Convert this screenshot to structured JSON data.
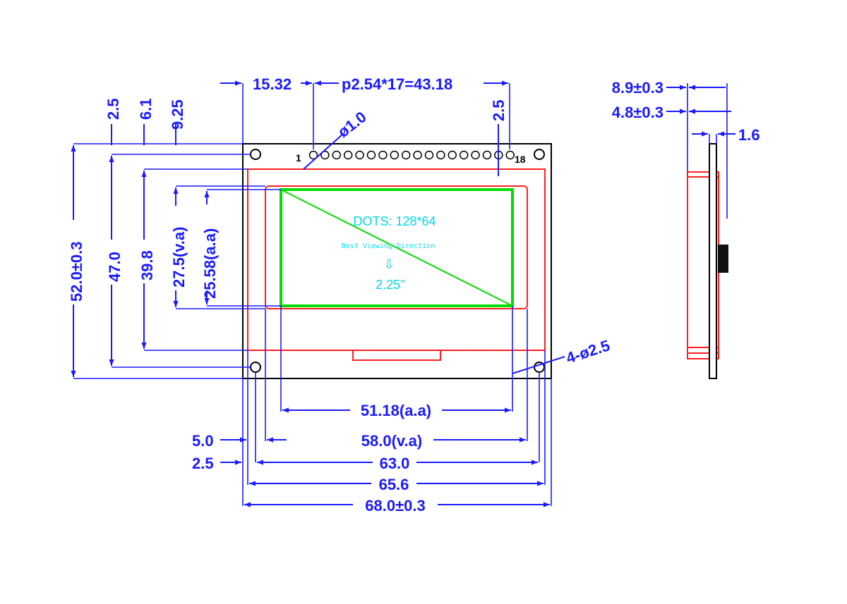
{
  "colors": {
    "dimension": "#1a1aff",
    "outline": "#000000",
    "bezel": "#ff2020",
    "active_area": "#00dd00",
    "note": "#00d8e8"
  },
  "top_dims": {
    "left_offset": "15.32",
    "pitch": "p2.54*17=43.18",
    "right_offset": "2.5"
  },
  "left_dims": {
    "d1": "2.5",
    "d2": "6.1",
    "d3": "9.25"
  },
  "vertical_dims": {
    "overall_h": "52.0±0.3",
    "hole_pitch_h": "47.0",
    "bezel_h": "39.8",
    "va_h": "27.5(v.a)",
    "aa_h": "25.58(a.a)"
  },
  "pin_hole_label": "ø1.0",
  "pin_first": "1",
  "pin_last": "18",
  "mount_hole_label": "4-ø2.5",
  "display_notes": {
    "dots": "DOTS:  128*64",
    "viewing": "Best Viewing Direction",
    "arrow": "⇩",
    "size": "2.25\""
  },
  "bottom_dims": {
    "aa_w": "51.18(a.a)",
    "va_offset": "5.0",
    "va_w": "58.0(v.a)",
    "hole_offset": "2.5",
    "hole_pitch_w": "63.0",
    "bezel_w": "65.6",
    "overall_w": "68.0±0.3"
  },
  "side_dims": {
    "total_t": "8.9±0.3",
    "module_t": "4.8±0.3",
    "pcb_t": "1.6"
  }
}
